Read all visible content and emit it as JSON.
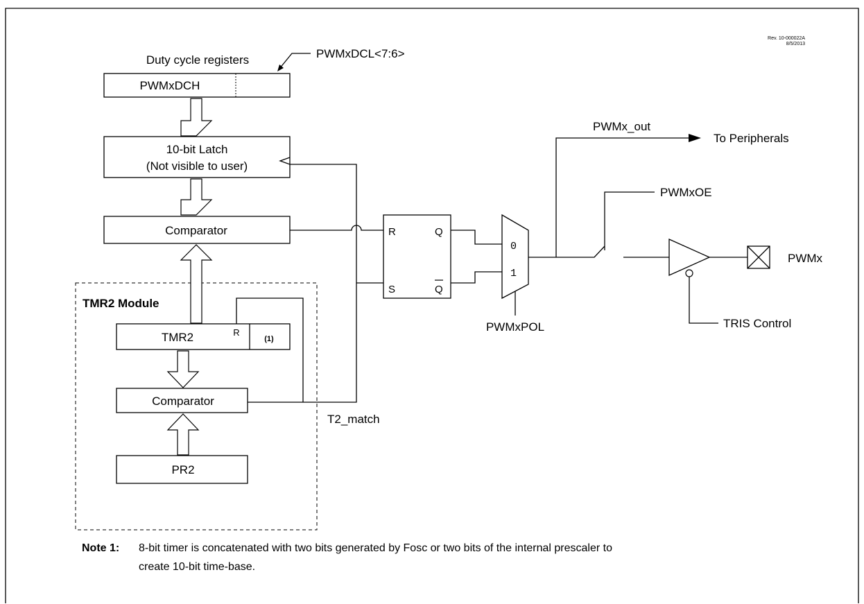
{
  "revision": {
    "line1": "Rev. 10-000022A",
    "line2": "8/5/2013"
  },
  "blocks": {
    "duty_cycle_title": "Duty cycle registers",
    "pwmxdcl": "PWMxDCL<7:6>",
    "pwmxdch": "PWMxDCH",
    "latch_line1": "10-bit Latch",
    "latch_line2": "(Not visible to user)",
    "comparator_top": "Comparator",
    "tmr2_module": "TMR2 Module",
    "tmr2": "TMR2",
    "tmr2_reset": "R",
    "tmr2_note": "(1)",
    "comparator_bottom": "Comparator",
    "pr2": "PR2",
    "t2_match": "T2_match"
  },
  "flipflop": {
    "r": "R",
    "s": "S",
    "q": "Q",
    "qbar": "Q"
  },
  "mux": {
    "input0": "0",
    "input1": "1",
    "select": "PWMxPOL"
  },
  "outputs": {
    "pwmx_out": "PWMx_out",
    "to_peripherals": "To Peripherals",
    "pwmxoe": "PWMxOE",
    "pin": "PWMx",
    "tris": "TRIS Control"
  },
  "note": {
    "label": "Note 1:",
    "line1": "8-bit timer is concatenated with two bits generated by Fosc or two bits of the internal prescaler to",
    "line2": "create 10-bit time-base."
  }
}
